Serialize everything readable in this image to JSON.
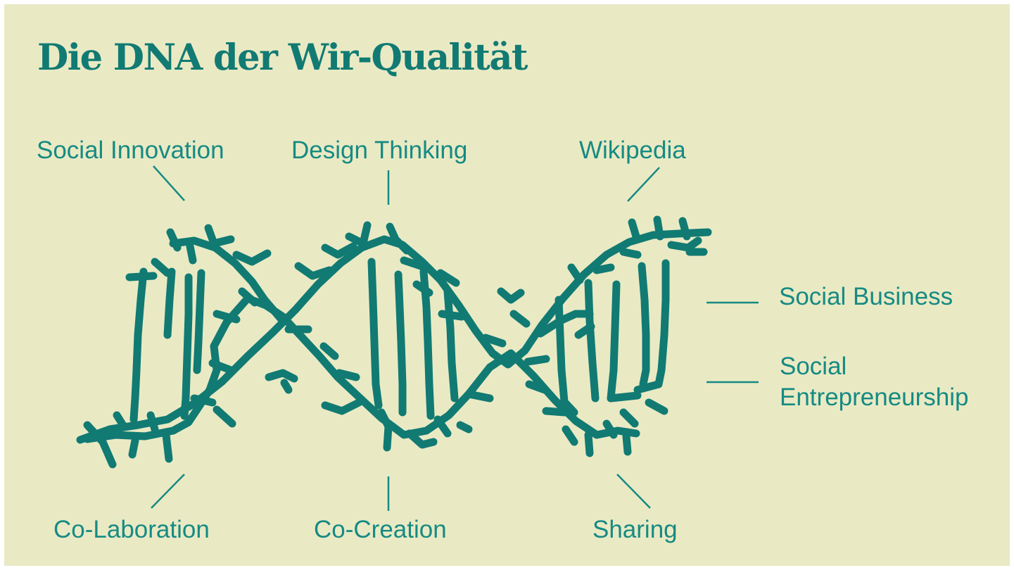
{
  "title": "Die DNA der Wir-Qualität",
  "colors": {
    "background": "#e9eac4",
    "accent": "#117a73",
    "label": "#168a83"
  },
  "labels": {
    "social_innovation": "Social Innovation",
    "design_thinking": "Design Thinking",
    "wikipedia": "Wikipedia",
    "social_business": "Social Business",
    "social_entrepreneurship_1": "Social",
    "social_entrepreneurship_2": "Entrepreneurship",
    "co_laboration": "Co-Laboration",
    "co_creation": "Co-Creation",
    "sharing": "Sharing"
  }
}
